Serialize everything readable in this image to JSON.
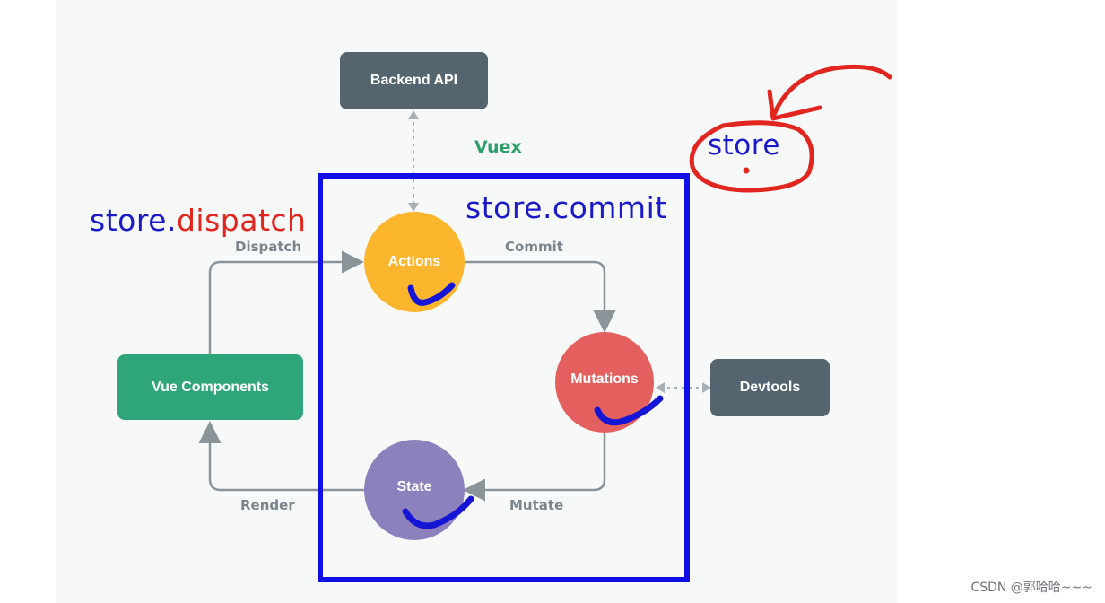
{
  "diagram": {
    "title": "Vuex",
    "nodes": {
      "backend_api": "Backend API",
      "actions": "Actions",
      "mutations": "Mutations",
      "state": "State",
      "vue_components": "Vue Components",
      "devtools": "Devtools"
    },
    "edges": {
      "dispatch": "Dispatch",
      "commit": "Commit",
      "mutate": "Mutate",
      "render": "Render"
    }
  },
  "annotations": {
    "store_dispatch_prefix": "store.",
    "store_dispatch_suffix": "dispatch",
    "store_commit": "store.commit",
    "store": "store"
  },
  "colors": {
    "actions": "#fbb62e",
    "mutations": "#e4605e",
    "state": "#8c80bd",
    "vue_components": "#2fa57a",
    "backend": "#55656f",
    "annotation_blue": "#1010e6",
    "annotation_red": "#e0261e"
  },
  "watermark": "CSDN @郭哈哈~~~"
}
